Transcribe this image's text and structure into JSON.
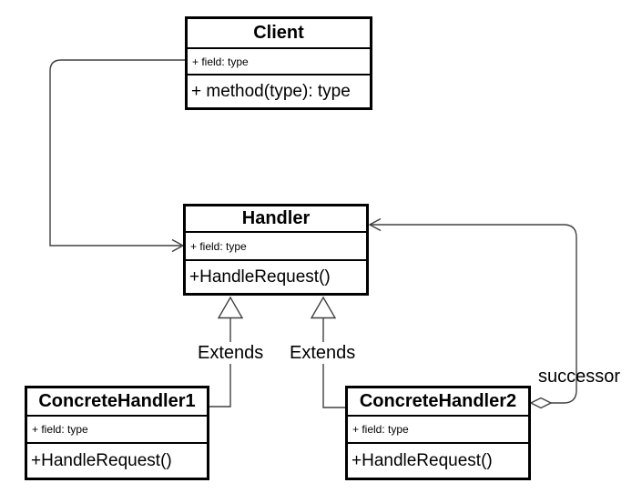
{
  "classes": {
    "client": {
      "name": "Client",
      "field": "+ field: type",
      "method": "+ method(type): type"
    },
    "handler": {
      "name": "Handler",
      "field": "+ field: type",
      "method": "+HandleRequest()"
    },
    "concrete1": {
      "name": "ConcreteHandler1",
      "field": "+ field: type",
      "method": "+HandleRequest()"
    },
    "concrete2": {
      "name": "ConcreteHandler2",
      "field": "+ field: type",
      "method": "+HandleRequest()"
    }
  },
  "labels": {
    "extends_left": "Extends",
    "extends_right": "Extends",
    "successor": "successor"
  },
  "relationships": [
    {
      "from": "Client",
      "to": "Handler",
      "type": "association",
      "arrowhead": "open"
    },
    {
      "from": "ConcreteHandler1",
      "to": "Handler",
      "type": "generalization",
      "label": "Extends",
      "arrowhead": "hollow-triangle"
    },
    {
      "from": "ConcreteHandler2",
      "to": "Handler",
      "type": "generalization",
      "label": "Extends",
      "arrowhead": "hollow-triangle"
    },
    {
      "from": "ConcreteHandler2",
      "to": "Handler",
      "type": "aggregation",
      "label": "successor",
      "diamond": "open",
      "arrowhead": "open"
    }
  ],
  "colors": {
    "background": "#ffffff",
    "box_border": "#000000",
    "text": "#000000",
    "line": "#404040"
  }
}
